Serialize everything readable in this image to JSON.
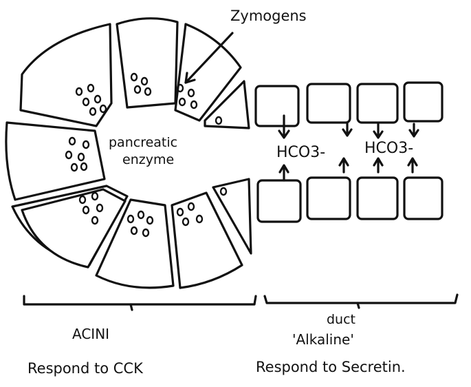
{
  "labels": {
    "zymogens": "Zymogens",
    "lumen_line1": "pancreatic",
    "lumen_line2": "enzyme",
    "bicarb_1": "HCO3-",
    "bicarb_2": "HCO3-",
    "acini": "ACINI",
    "acini_response": "Respond to CCK",
    "duct": "duct",
    "duct_quality": "'Alkaline'",
    "duct_response": "Respond to Secretin."
  }
}
